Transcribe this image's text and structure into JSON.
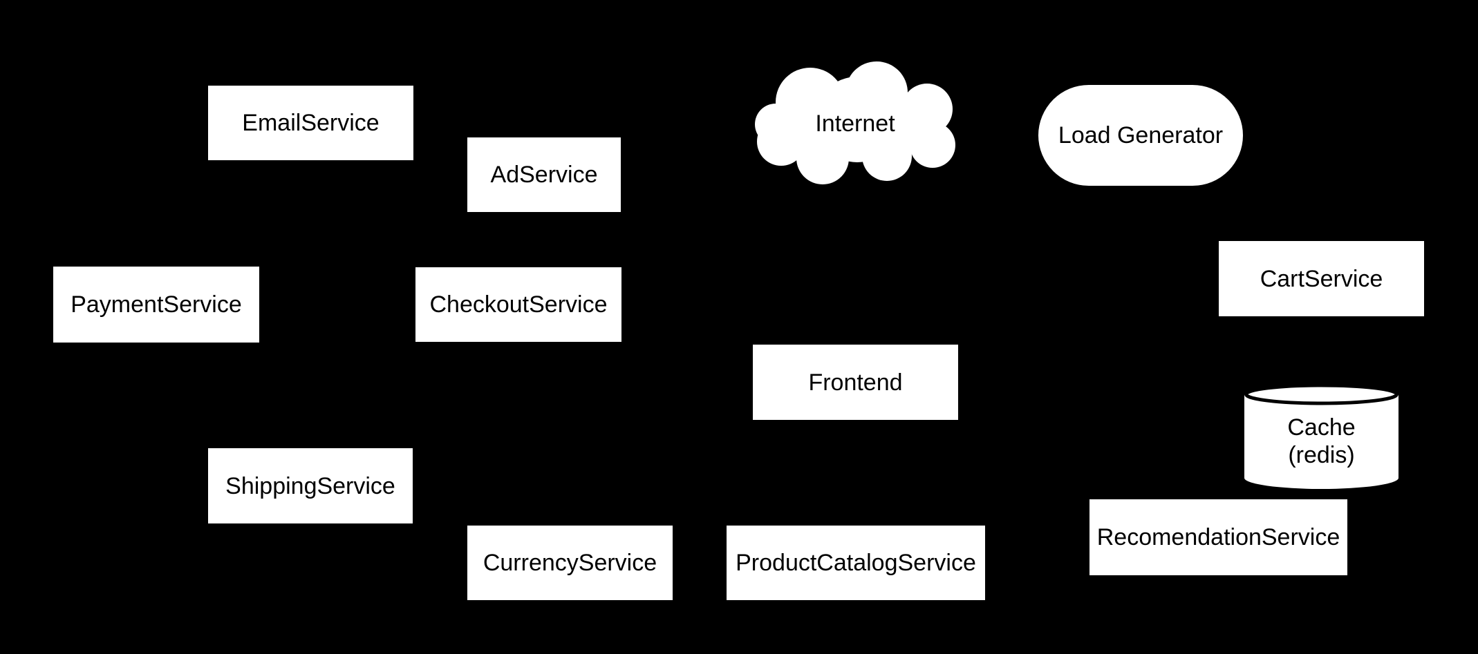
{
  "diagram": {
    "background_color": "#000000",
    "node_fill_color": "#ffffff",
    "node_text_color": "#000000",
    "nodes": {
      "email_service": {
        "label": "EmailService",
        "shape": "rectangle"
      },
      "ad_service": {
        "label": "AdService",
        "shape": "rectangle"
      },
      "internet": {
        "label": "Internet",
        "shape": "cloud"
      },
      "load_generator": {
        "label": "Load Generator",
        "shape": "rounded-pill"
      },
      "payment_service": {
        "label": "PaymentService",
        "shape": "rectangle"
      },
      "checkout_service": {
        "label": "CheckoutService",
        "shape": "rectangle"
      },
      "cart_service": {
        "label": "CartService",
        "shape": "rectangle"
      },
      "frontend": {
        "label": "Frontend",
        "shape": "rectangle"
      },
      "cache": {
        "label_line1": "Cache",
        "label_line2": "(redis)",
        "shape": "cylinder"
      },
      "shipping_service": {
        "label": "ShippingService",
        "shape": "rectangle"
      },
      "currency_service": {
        "label": "CurrencyService",
        "shape": "rectangle"
      },
      "product_catalog_service": {
        "label": "ProductCatalogService",
        "shape": "rectangle"
      },
      "recommendation_service": {
        "label": "RecomendationService",
        "shape": "rectangle"
      }
    }
  }
}
